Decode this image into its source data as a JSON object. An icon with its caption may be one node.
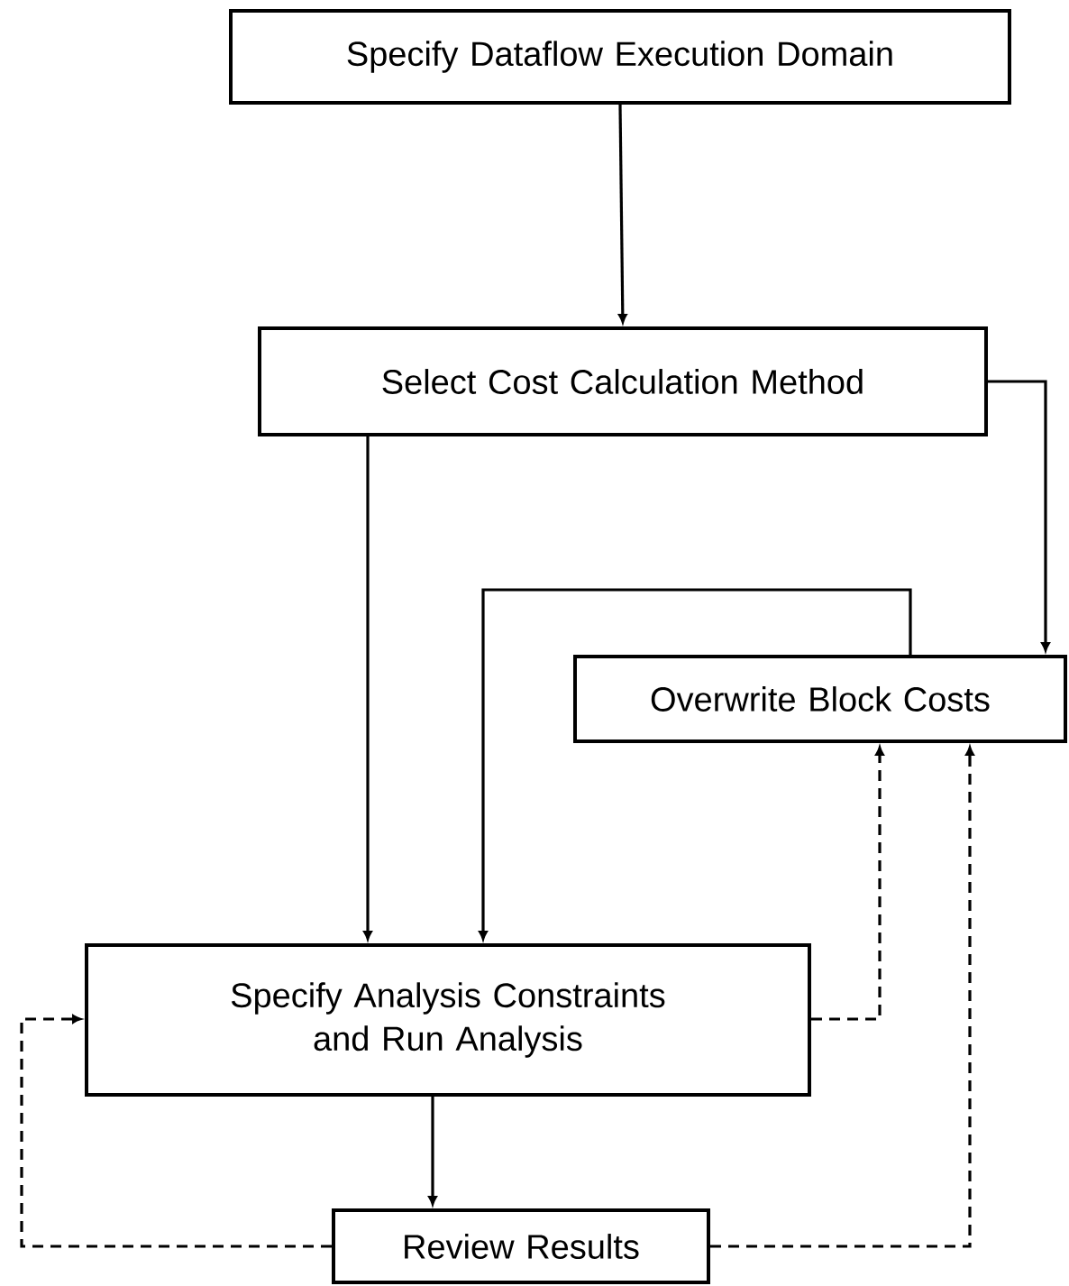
{
  "diagram": {
    "nodes": [
      {
        "text": [
          "Specify Dataflow Execution Domain"
        ]
      },
      {
        "text": [
          "Select Cost Calculation Method"
        ]
      },
      {
        "text": [
          "Overwrite Block Costs"
        ]
      },
      {
        "text": [
          "Specify Analysis Constraints and Run Analysis"
        ]
      },
      {
        "text": [
          "Review Results"
        ]
      }
    ],
    "edges": [
      {
        "from": 0,
        "to": 1,
        "arrow": "to"
      },
      {
        "from": 1,
        "to": 3,
        "arrow": "to"
      },
      {
        "from": 1,
        "to": 2,
        "arrow": "to"
      },
      {
        "from": 2,
        "to": 3,
        "arrow": "to"
      },
      {
        "from": 3,
        "to": 2,
        "arrow": "to",
        "style": "dashed"
      },
      {
        "from": 4,
        "to": 3,
        "arrow": "to",
        "style": "dashed"
      },
      {
        "from": 4,
        "to": 2,
        "arrow": "to",
        "style": "dashed"
      },
      {
        "from": 3,
        "to": 4,
        "arrow": "to"
      }
    ]
  }
}
